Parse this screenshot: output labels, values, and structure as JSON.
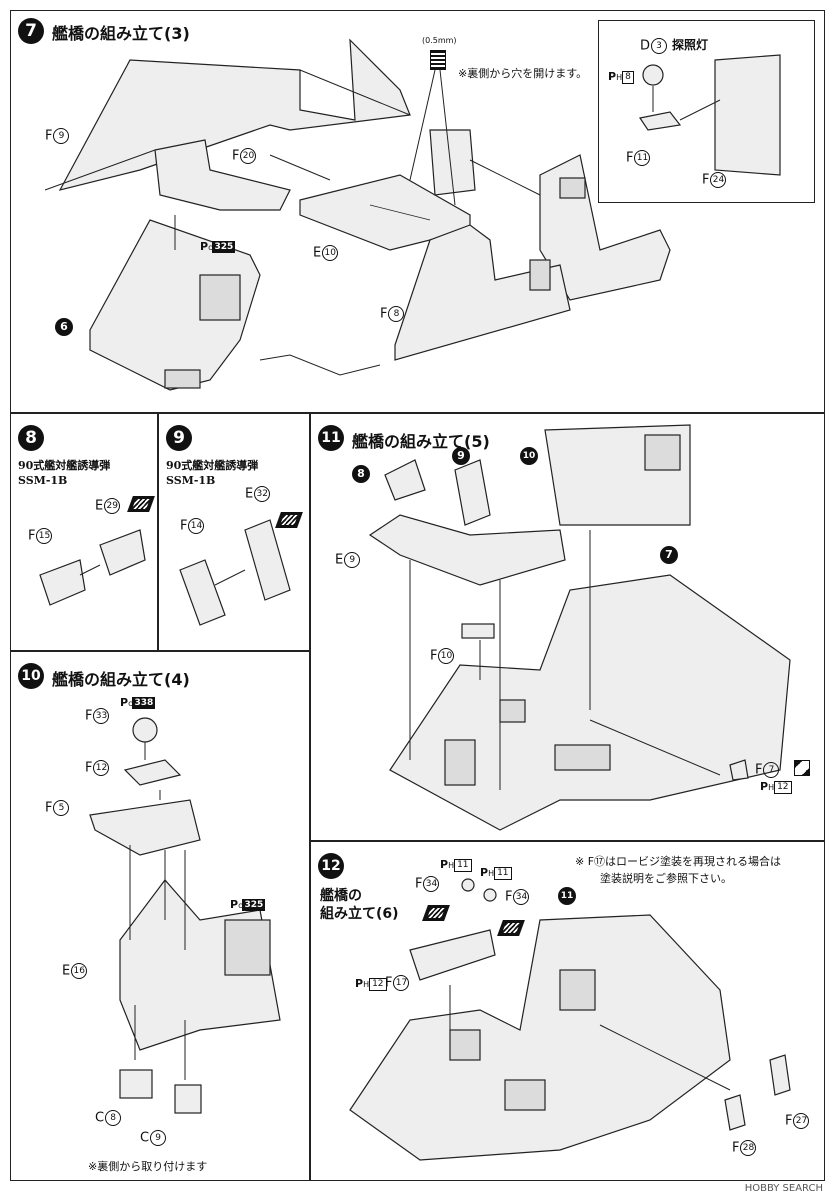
{
  "steps": {
    "s7": {
      "number": "7",
      "title": "艦橋の組み立て(3)",
      "drill_size": "(0.5mm)",
      "drill_note": "※裏側から穴を開けます。",
      "searchlight": "探照灯"
    },
    "s8": {
      "number": "8",
      "sub1": "90式艦対艦誘導弾",
      "sub2": "SSM-1B"
    },
    "s9": {
      "number": "9",
      "sub1": "90式艦対艦誘導弾",
      "sub2": "SSM-1B"
    },
    "s10": {
      "number": "10",
      "title": "艦橋の組み立て(4)",
      "footnote": "※裏側から取り付けます"
    },
    "s11": {
      "number": "11",
      "title": "艦橋の組み立て(5)"
    },
    "s12": {
      "number": "12",
      "title_line1": "艦橋の",
      "title_line2": "組み立て(6)",
      "note_line1": "※ F⑰はロービジ塗装を再現される場合は",
      "note_line2": "塗装説明をご参照下さい。"
    }
  },
  "parts": {
    "F": "F",
    "E": "E",
    "D": "D",
    "C": "C",
    "f9": "9",
    "f20": "20",
    "e10": "10",
    "f8": "8",
    "d3": "3",
    "f11": "11",
    "f24": "24",
    "e29": "29",
    "f15": "15",
    "e32": "32",
    "f14": "14",
    "f33": "33",
    "f12": "12",
    "f5": "5",
    "e16": "16",
    "c8": "8",
    "c9": "9",
    "e9": "9",
    "f10": "10",
    "f7": "7",
    "f34": "34",
    "f17": "17",
    "f27": "27",
    "f28": "28"
  },
  "paint_refs": {
    "pc325": "325",
    "pc338": "338",
    "ph8": "8",
    "ph11": "11",
    "ph12": "12"
  },
  "sub_badges": {
    "b6": "6",
    "b7": "7",
    "b8": "8",
    "b9": "9",
    "b10": "10",
    "b11": "11"
  },
  "watermark": "HOBBY SEARCH"
}
